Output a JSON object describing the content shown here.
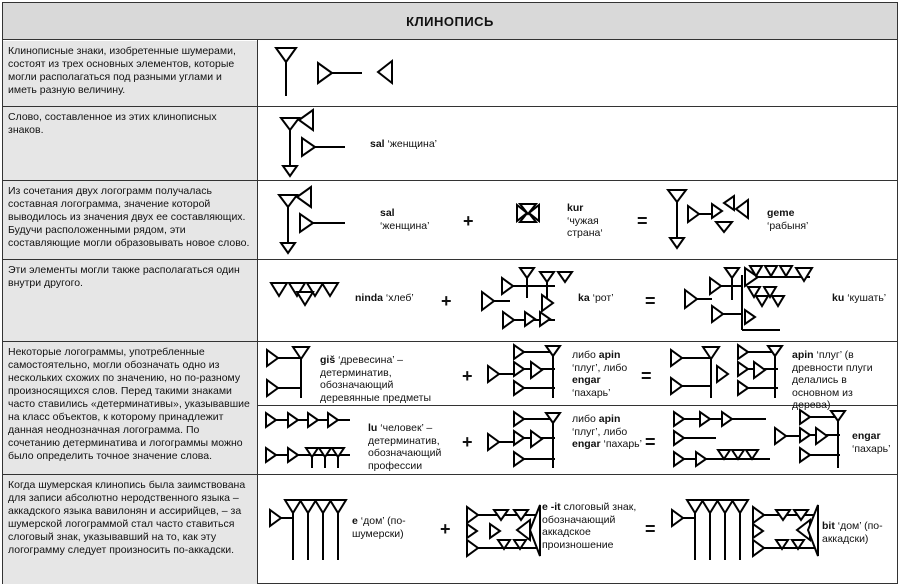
{
  "title": "КЛИНОПИСЬ",
  "rows": [
    {
      "desc": "Клинописные знаки, изобретенные шумерами, состоят из трех основных элементов, которые могли располагаться под разными углами и иметь разную величину."
    },
    {
      "desc": "Слово, составленное из этих клинописных знаков.",
      "word": "sal",
      "gloss": "‘женщина’"
    },
    {
      "desc": "Из сочетания двух логограмм получалась составная логограмма, значение которой выводилось из значения двух ее составляющих. Будучи расположенными рядом, эти составляющие могли образовывать новое слово.",
      "items": [
        {
          "word": "sal",
          "gloss": "‘женщина’"
        },
        {
          "word": "kur",
          "gloss": "‘чужая страна‘"
        },
        {
          "word": "geme",
          "gloss": "‘рабыня’"
        }
      ],
      "plus": "+",
      "eq": "="
    },
    {
      "desc": "Эти элементы могли также располагаться один внутри другого.",
      "items": [
        {
          "word": "ninda",
          "gloss": "‘хлеб’"
        },
        {
          "word": "ka",
          "gloss": "‘рот’"
        },
        {
          "word": "ku",
          "gloss": "‘кушать’"
        }
      ],
      "plus": "+",
      "eq": "="
    },
    {
      "desc": "Некоторые логограммы, употребленные самостоятельно, могли обозначать одно из нескольких схожих по значению, но по-разному произносящихся слов. Перед такими знаками часто ставились «детерминативы», указывавшие на класс объектов, к которому принадлежит данная неоднозначная логограмма. По сочетанию детерминатива и логограммы можно было определить точное значение слова.",
      "sub1": {
        "w1": "giš",
        "g1": "‘древесина’ – детерминатив, обозначающий деревянные предметы",
        "alt_pre": "либо",
        "w2": "apin",
        "g2": "‘плуг’, либо",
        "w3": "engar",
        "g3": "‘пахарь’",
        "w4": "apin",
        "g4": "‘плуг’ (в древности плуги делались в основном из дерева)",
        "plus": "+",
        "eq": "="
      },
      "sub2": {
        "w1": "lu",
        "g1": "‘человек’ – детерминатив, обозначающий профессии",
        "alt_pre": "либо",
        "w2": "apin",
        "g2": "‘плуг’, либо",
        "w3": "engar",
        "g3": "‘пахарь’",
        "w4": "engar",
        "g4": "‘пахарь’",
        "plus": "+",
        "eq": "="
      }
    },
    {
      "desc": "Когда шумерская клинопись была заимствована для записи абсолютно неродственного языка – аккадского языка вавилонян и ассирийцев, – за шумерской логограммой стал часто ставиться слоговый знак, указывавший на то, как эту логограмму следует произносить по-аккадски.",
      "items": [
        {
          "word": "e",
          "gloss": "‘дом’ (по-шумерски)"
        },
        {
          "word": "e -it",
          "gloss": "слоговый знак, обозначающий аккадское произношение"
        },
        {
          "word": "bit",
          "gloss": "‘дом’ (по-аккадски)"
        }
      ],
      "plus": "+",
      "eq": "="
    }
  ]
}
